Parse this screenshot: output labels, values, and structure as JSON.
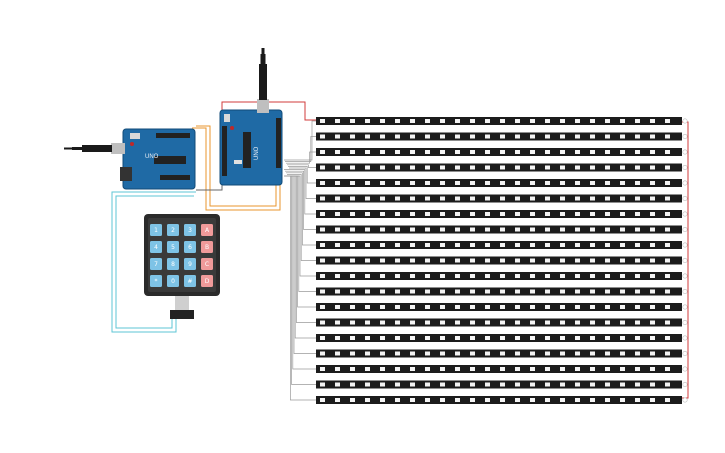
{
  "keypad": {
    "keys": [
      [
        "1",
        "2",
        "3",
        "A"
      ],
      [
        "4",
        "5",
        "6",
        "B"
      ],
      [
        "7",
        "8",
        "9",
        "C"
      ],
      [
        "*",
        "0",
        "#",
        "D"
      ]
    ],
    "colors": {
      "number_key": "#7ec3e6",
      "letter_key": "#f09a9a",
      "frame": "#2b2b2b"
    }
  },
  "boards": [
    {
      "id": "uno-left",
      "brand_text": "UNO"
    },
    {
      "id": "uno-right",
      "brand_text": "UNO"
    }
  ],
  "led_matrix": {
    "strips": 19,
    "leds_per_strip": 24
  },
  "colors": {
    "board": "#1f6aa5",
    "strip": "#1c1c1c",
    "led": "#f4f4f4",
    "wire_orange": "#e8962e",
    "wire_cyan": "#5cc6d6",
    "wire_red": "#d23b3b",
    "wire_grey": "#9a9a9a"
  }
}
